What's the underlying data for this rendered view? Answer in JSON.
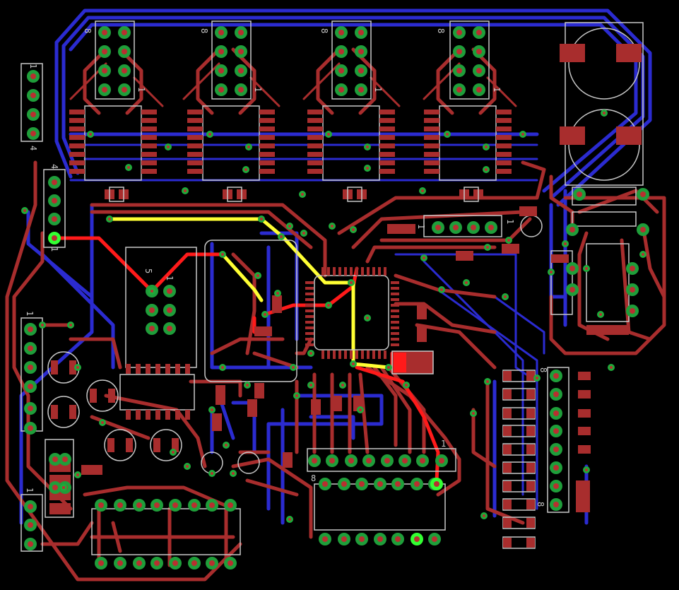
{
  "colors": {
    "background": "#000000",
    "bottom_copper": "#2b2bd0",
    "top_copper": "#a82d2d",
    "pad": "#1f9e3a",
    "pad_fill": "#b83030",
    "via": "#1faa3a",
    "highlight_red": "#ff1a1a",
    "highlight_yellow": "#ffff33",
    "silkscreen": "#c8c8c8",
    "selected_pad": "#33ff33"
  },
  "labels": {
    "hdr1_pin8": "8",
    "hdr1_pin1": "1",
    "hdr2_pin8": "8",
    "hdr2_pin1": "1",
    "hdr3_pin8": "8",
    "hdr3_pin1": "1",
    "hdr4_pin8": "8",
    "hdr4_pin1": "1",
    "left_top_pin1": "1",
    "left_top_pin4": "4",
    "left_mid_pin1": "1",
    "left_mid_pin4": "4",
    "left_low_pin1": "1",
    "left_bot_pin1": "1",
    "sd_pin5": "5",
    "sd_pin1": "1",
    "dip_pin8": "8",
    "dip_pin1": "1",
    "right_hdr_pin8": "8",
    "right_hdr_pin1": "1",
    "row_hdr_1": "1",
    "row_hdr_8": "8"
  }
}
